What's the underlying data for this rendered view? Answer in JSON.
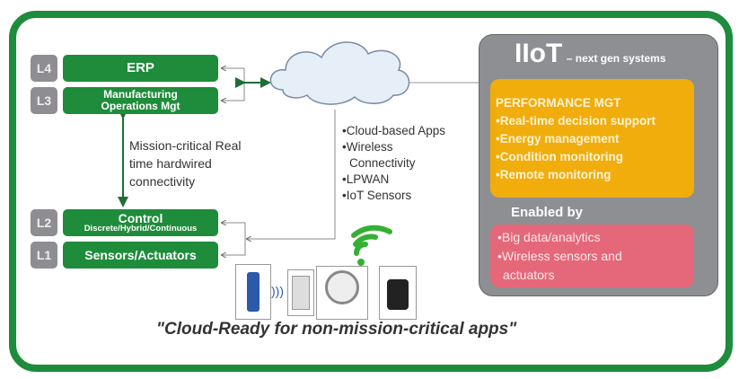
{
  "levels": [
    {
      "tag": "L4",
      "title": "ERP",
      "sub": ""
    },
    {
      "tag": "L3",
      "title": "Manufacturing",
      "sub": "Operations Mgt"
    },
    {
      "tag": "L2",
      "title": "Control",
      "sub": "Discrete/Hybrid/Continuous"
    },
    {
      "tag": "L1",
      "title": "Sensors/Actuators",
      "sub": ""
    }
  ],
  "mission_note": [
    "Mission-critical Real",
    "time hardwired",
    "connectivity"
  ],
  "cloud_bullets": [
    "•Cloud-based Apps",
    "•Wireless",
    "Connectivity",
    "•LPWAN",
    "•IoT Sensors"
  ],
  "iiot": {
    "title": "IIoT",
    "subtitle": "– next gen systems",
    "perf_heading": "PERFORMANCE MGT",
    "perf_items": [
      "•Real-time decision support",
      "•Energy  management",
      "•Condition monitoring",
      "•Remote monitoring"
    ],
    "enabled_heading": "Enabled by",
    "enabled_items": [
      "•Big data/analytics",
      "•Wireless sensors and",
      "actuators"
    ]
  },
  "quote": "\"Cloud-Ready for non-mission-critical apps\"",
  "colors": {
    "green": "#1e8c3a",
    "gray": "#8e8f93",
    "orange": "#f0ad0c",
    "pink": "#e4687a"
  }
}
